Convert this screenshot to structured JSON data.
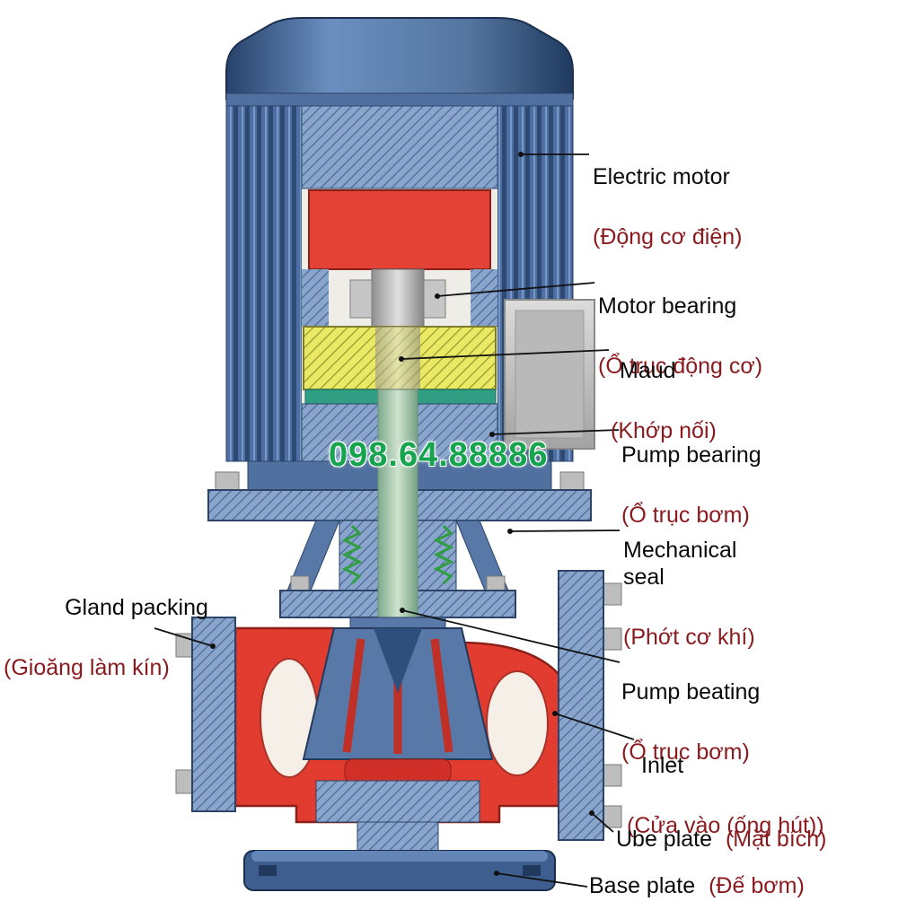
{
  "watermark": {
    "text": "098.64.88886",
    "color": "#17a44e"
  },
  "labels": [
    {
      "id": "electric-motor",
      "en": "Electric motor",
      "vi": "(Động cơ điện)"
    },
    {
      "id": "motor-bearing",
      "en": "Motor bearing",
      "vi": "(Ổ trục động cơ)"
    },
    {
      "id": "maud",
      "en": "Maud",
      "vi": "(Khớp nối)"
    },
    {
      "id": "pump-bearing",
      "en": "Pump bearing",
      "vi": "(Ổ trục bơm)"
    },
    {
      "id": "mechanical-seal",
      "en": "Mechanical seal",
      "vi": "(Phớt cơ khí)"
    },
    {
      "id": "gland-packing",
      "en": "Gland packing",
      "vi": "(Gioăng làm kín)"
    },
    {
      "id": "pump-beating",
      "en": "Pump beating",
      "vi": "(Ổ trục bơm)"
    },
    {
      "id": "inlet",
      "en": "Inlet",
      "vi": "(Cửa vào (ống hút))"
    },
    {
      "id": "ube-plate",
      "en": "Ube plate",
      "vi": "(Mặt bích)"
    },
    {
      "id": "base-plate",
      "en": "Base plate",
      "vi": "(Đế bơm)"
    }
  ],
  "colors": {
    "motor_blue": "#4a6fa5",
    "casing_red": "#e23c30",
    "coupling_yellow": "#e9e966",
    "seal_teal": "#2f9e83",
    "label_text": "#0a0a0a",
    "label_vietnamese": "#8a1a1e"
  }
}
